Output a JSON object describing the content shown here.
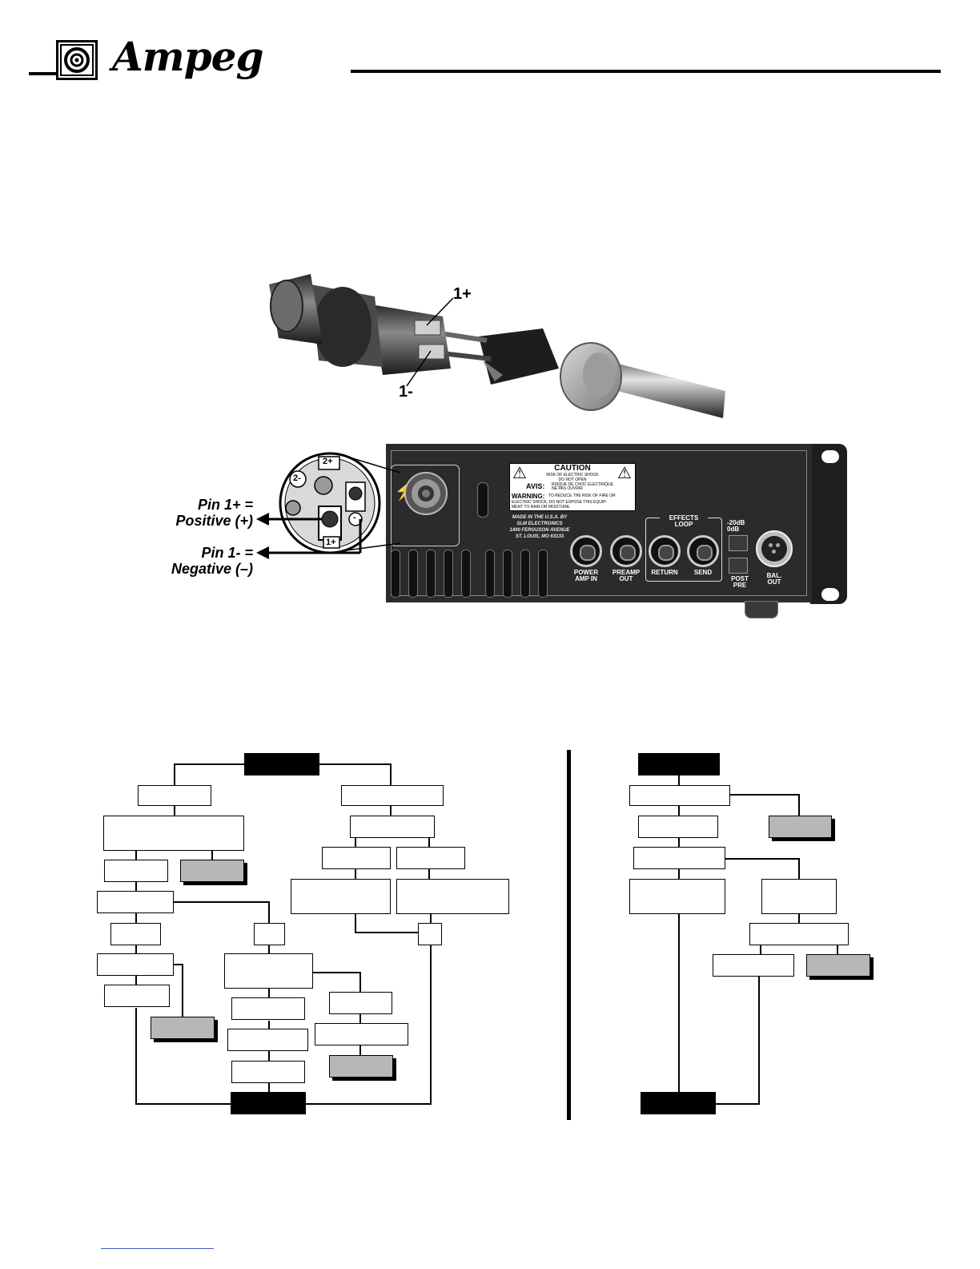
{
  "header": {
    "brand_name": "Ampeg",
    "logo_icon": "ampeg-speaker-logo-icon"
  },
  "connector_figure": {
    "label_pin_pos": "1+",
    "label_pin_neg": "1-"
  },
  "panel_figure": {
    "callout_positive_line1": "Pin 1+ =",
    "callout_positive_line2": "Positive (+)",
    "callout_negative_line1": "Pin 1- =",
    "callout_negative_line2": "Negative (–)",
    "inset_labels": {
      "two_plus": "2+",
      "two_minus": "2-",
      "one_plus": "1+",
      "minus": "-"
    },
    "caution": {
      "title": "CAUTION",
      "line1": "RISK OF ELECTRIC SHOCK",
      "line2": "DO NOT OPEN",
      "avis_label": "AVIS:",
      "avis_line1": "RISQUE DE CHOC ELECTRIQUE",
      "avis_line2": "NE PAS OUVRIR",
      "warning_label": "WARNING:",
      "warning_line1": "TO REDUCE THE RISK OF FIRE OR",
      "warning_line2": "ELECTRIC SHOCK, DO NOT EXPOSE THIS EQUIP-",
      "warning_line3": "MENT TO RAIN OR MOISTURE."
    },
    "made_in": {
      "line1": "MADE IN THE U.S.A. BY",
      "line2": "SLM ELECTRONICS",
      "line3": "1400 FERGUSON AVENUE",
      "line4": "ST. LOUIS, MO 63133"
    },
    "jacks": {
      "power_amp_in_1": "POWER",
      "power_amp_in_2": "AMP IN",
      "preamp_out_1": "PREAMP",
      "preamp_out_2": "OUT",
      "effects_loop_1": "EFFECTS",
      "effects_loop_2": "LOOP",
      "return": "RETURN",
      "send": "SEND",
      "pad_minus20": "-20dB",
      "pad_0": "0dB",
      "post": "POST",
      "pre": "PRE",
      "bal_out_1": "BAL.",
      "bal_out_2": "OUT"
    },
    "colors": {
      "panel": "#2b2b2b",
      "panel_dark": "#151515"
    }
  },
  "footer": {
    "link_text": ""
  }
}
